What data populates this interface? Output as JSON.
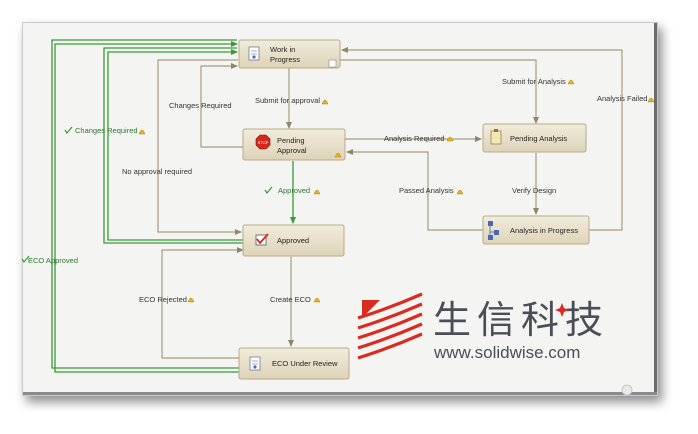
{
  "states": {
    "work_in_progress": [
      "Work in",
      "Progress"
    ],
    "pending_approval": [
      "Pending",
      "Approval"
    ],
    "pending_analysis": "Pending Analysis",
    "analysis_in_progress": "Analysis in Progress",
    "approved": "Approved",
    "eco_under_review": "ECO Under Review"
  },
  "transitions": {
    "submit_for_approval": "Submit for approval",
    "changes_required_inner": "Changes Required",
    "changes_required_outer": "Changes Required",
    "no_approval_required": "No approval required",
    "approved": "Approved",
    "analysis_required": "Analysis Required",
    "passed_analysis": "Passed Analysis",
    "submit_for_analysis": "Submit for Analysis",
    "analysis_failed": "Analysis Failed",
    "verify_design": "Verify Design",
    "eco_rejected": "ECO Rejected",
    "create_eco": "Create ECO",
    "eco_approved": "ECO Approved"
  },
  "watermark": {
    "chinese": "生信科技",
    "url": "www.solidwise.com"
  },
  "colors": {
    "node_fill": "#e8e0cc",
    "node_border": "#b7aa87",
    "arrow": "#a79e7b",
    "green": "#3a9a3a",
    "watermark_red": "#d92b1f"
  }
}
